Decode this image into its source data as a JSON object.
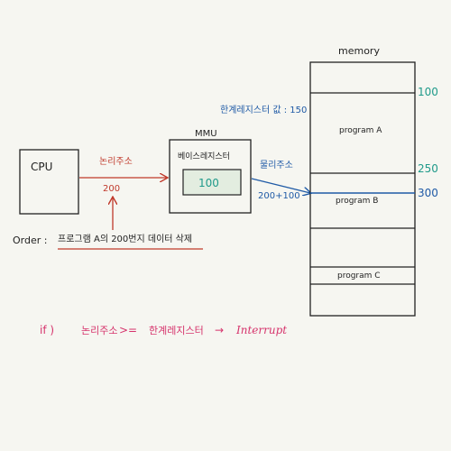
{
  "colors": {
    "ink": "#222222",
    "red": "#c0392b",
    "blue": "#1f5aa6",
    "teal": "#1f9a8a",
    "pink": "#d6336c",
    "box_fill": "#e3ede0",
    "background": "#f6f6f1"
  },
  "cpu": {
    "label": "CPU"
  },
  "logical_address": {
    "label": "논리주소",
    "value": "200"
  },
  "order": {
    "prefix": "Order :",
    "text": "프로그램 A의 200번지 데이터 삭제"
  },
  "mmu": {
    "title": "MMU",
    "register_label": "베이스레지스터",
    "register_value": "100"
  },
  "physical_address": {
    "label": "물리주소",
    "value": "200+100"
  },
  "limit_register": {
    "label": "한계레지스터 값 : 150"
  },
  "memory": {
    "title": "memory",
    "programs": [
      "program A",
      "program B",
      "program C"
    ],
    "addresses": [
      "100",
      "250",
      "300"
    ]
  },
  "condition": {
    "if_label": "if )",
    "lhs": "논리주소",
    "op": ">=",
    "rhs": "한계레지스터",
    "arrow": "→",
    "result": "Interrupt"
  }
}
